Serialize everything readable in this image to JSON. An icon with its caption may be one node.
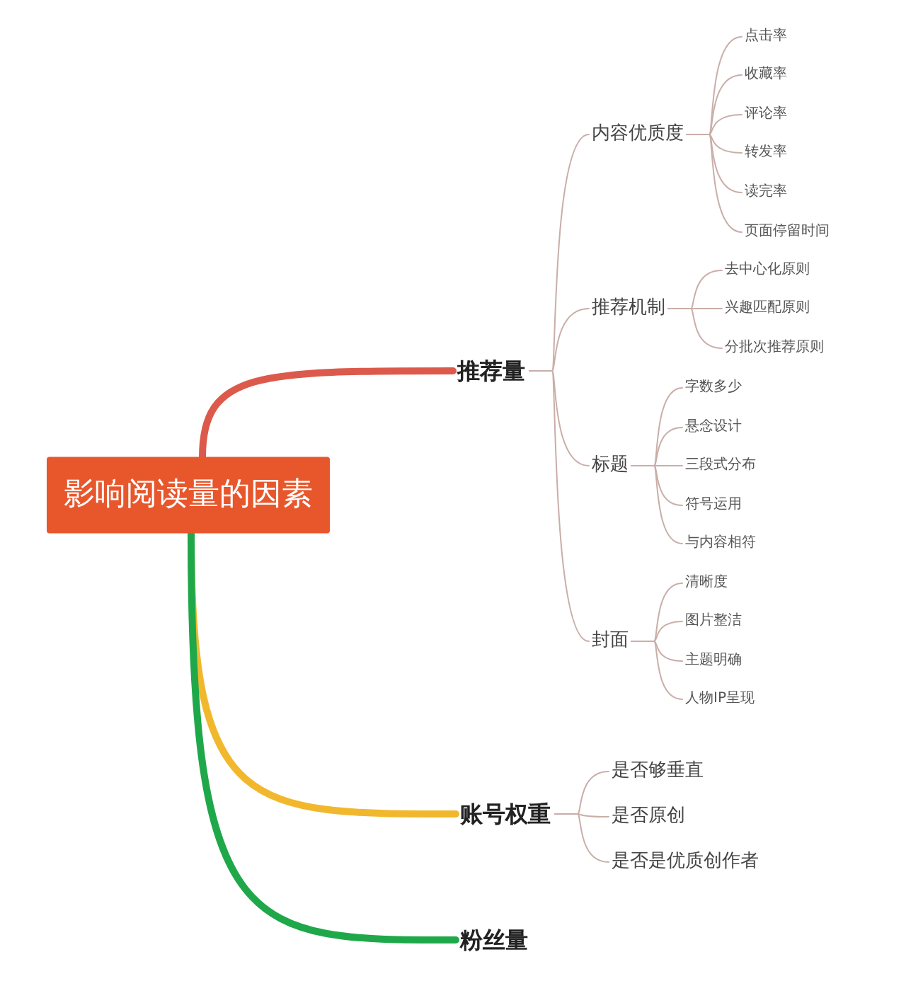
{
  "diagram": {
    "nodes": [
      {
        "text": [
          "影响阅读量的因素"
        ]
      },
      {
        "text": [
          "推荐量"
        ]
      },
      {
        "text": [
          "内容优质度"
        ]
      },
      {
        "text": [
          "点击率"
        ]
      },
      {
        "text": [
          "收藏率"
        ]
      },
      {
        "text": [
          "评论率"
        ]
      },
      {
        "text": [
          "转发率"
        ]
      },
      {
        "text": [
          "读完率"
        ]
      },
      {
        "text": [
          "页面停留时间"
        ]
      },
      {
        "text": [
          "推荐机制"
        ]
      },
      {
        "text": [
          "去中心化原则"
        ]
      },
      {
        "text": [
          "兴趣匹配原则"
        ]
      },
      {
        "text": [
          "分批次推荐原则"
        ]
      },
      {
        "text": [
          "标题"
        ]
      },
      {
        "text": [
          "字数多少"
        ]
      },
      {
        "text": [
          "悬念设计"
        ]
      },
      {
        "text": [
          "三段式分布"
        ]
      },
      {
        "text": [
          "符号运用"
        ]
      },
      {
        "text": [
          "与内容相符"
        ]
      },
      {
        "text": [
          "封面"
        ]
      },
      {
        "text": [
          "清晰度"
        ]
      },
      {
        "text": [
          "图片整洁"
        ]
      },
      {
        "text": [
          "主题明确"
        ]
      },
      {
        "text": [
          "人物IP呈现"
        ]
      },
      {
        "text": [
          "账号权重"
        ]
      },
      {
        "text": [
          "是否够垂直"
        ]
      },
      {
        "text": [
          "是否原创"
        ]
      },
      {
        "text": [
          "是否是优质创作者"
        ]
      },
      {
        "text": [
          "粉丝量"
        ]
      }
    ],
    "edges": [
      {
        "from": 0,
        "to": 1,
        "arrow": "none",
        "style": "thick",
        "color": "#dc5a4b"
      },
      {
        "from": 1,
        "to": 2,
        "arrow": "none"
      },
      {
        "from": 2,
        "to": 3,
        "arrow": "none"
      },
      {
        "from": 2,
        "to": 4,
        "arrow": "none"
      },
      {
        "from": 2,
        "to": 5,
        "arrow": "none"
      },
      {
        "from": 2,
        "to": 6,
        "arrow": "none"
      },
      {
        "from": 2,
        "to": 7,
        "arrow": "none"
      },
      {
        "from": 2,
        "to": 8,
        "arrow": "none"
      },
      {
        "from": 1,
        "to": 9,
        "arrow": "none"
      },
      {
        "from": 9,
        "to": 10,
        "arrow": "none"
      },
      {
        "from": 9,
        "to": 11,
        "arrow": "none"
      },
      {
        "from": 9,
        "to": 12,
        "arrow": "none"
      },
      {
        "from": 1,
        "to": 13,
        "arrow": "none"
      },
      {
        "from": 13,
        "to": 14,
        "arrow": "none"
      },
      {
        "from": 13,
        "to": 15,
        "arrow": "none"
      },
      {
        "from": 13,
        "to": 16,
        "arrow": "none"
      },
      {
        "from": 13,
        "to": 17,
        "arrow": "none"
      },
      {
        "from": 13,
        "to": 18,
        "arrow": "none"
      },
      {
        "from": 1,
        "to": 19,
        "arrow": "none"
      },
      {
        "from": 19,
        "to": 20,
        "arrow": "none"
      },
      {
        "from": 19,
        "to": 21,
        "arrow": "none"
      },
      {
        "from": 19,
        "to": 22,
        "arrow": "none"
      },
      {
        "from": 19,
        "to": 23,
        "arrow": "none"
      },
      {
        "from": 0,
        "to": 24,
        "arrow": "none",
        "style": "thick",
        "color": "#f1b82d"
      },
      {
        "from": 24,
        "to": 25,
        "arrow": "none"
      },
      {
        "from": 24,
        "to": 26,
        "arrow": "none"
      },
      {
        "from": 24,
        "to": 27,
        "arrow": "none"
      },
      {
        "from": 0,
        "to": 28,
        "arrow": "none",
        "style": "thick",
        "color": "#1fa84a"
      }
    ]
  }
}
